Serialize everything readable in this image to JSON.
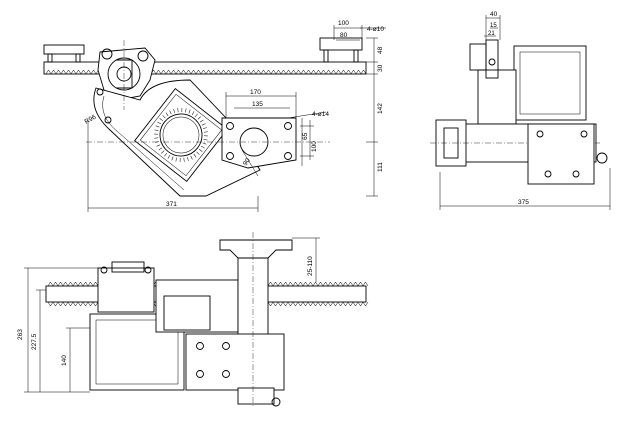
{
  "drawing": {
    "views": {
      "front": {
        "name": "front-view"
      },
      "side": {
        "name": "side-view"
      },
      "bottom": {
        "name": "plan-view"
      }
    },
    "dims": {
      "d100": "100",
      "d80": "80",
      "holes_top": "4-ø10",
      "d48": "48",
      "d30": "30",
      "d142": "142",
      "d111": "111",
      "d170": "170",
      "d135": "135",
      "holes_mid": "4-ø14",
      "d65": "65",
      "d100b": "100",
      "d90": "90",
      "r": "R96",
      "d371": "371",
      "d40": "40",
      "d15": "15",
      "d21": "21",
      "d375": "375",
      "d263": "263",
      "d2275": "227.5",
      "d140": "140",
      "d25110": "25-110"
    }
  }
}
